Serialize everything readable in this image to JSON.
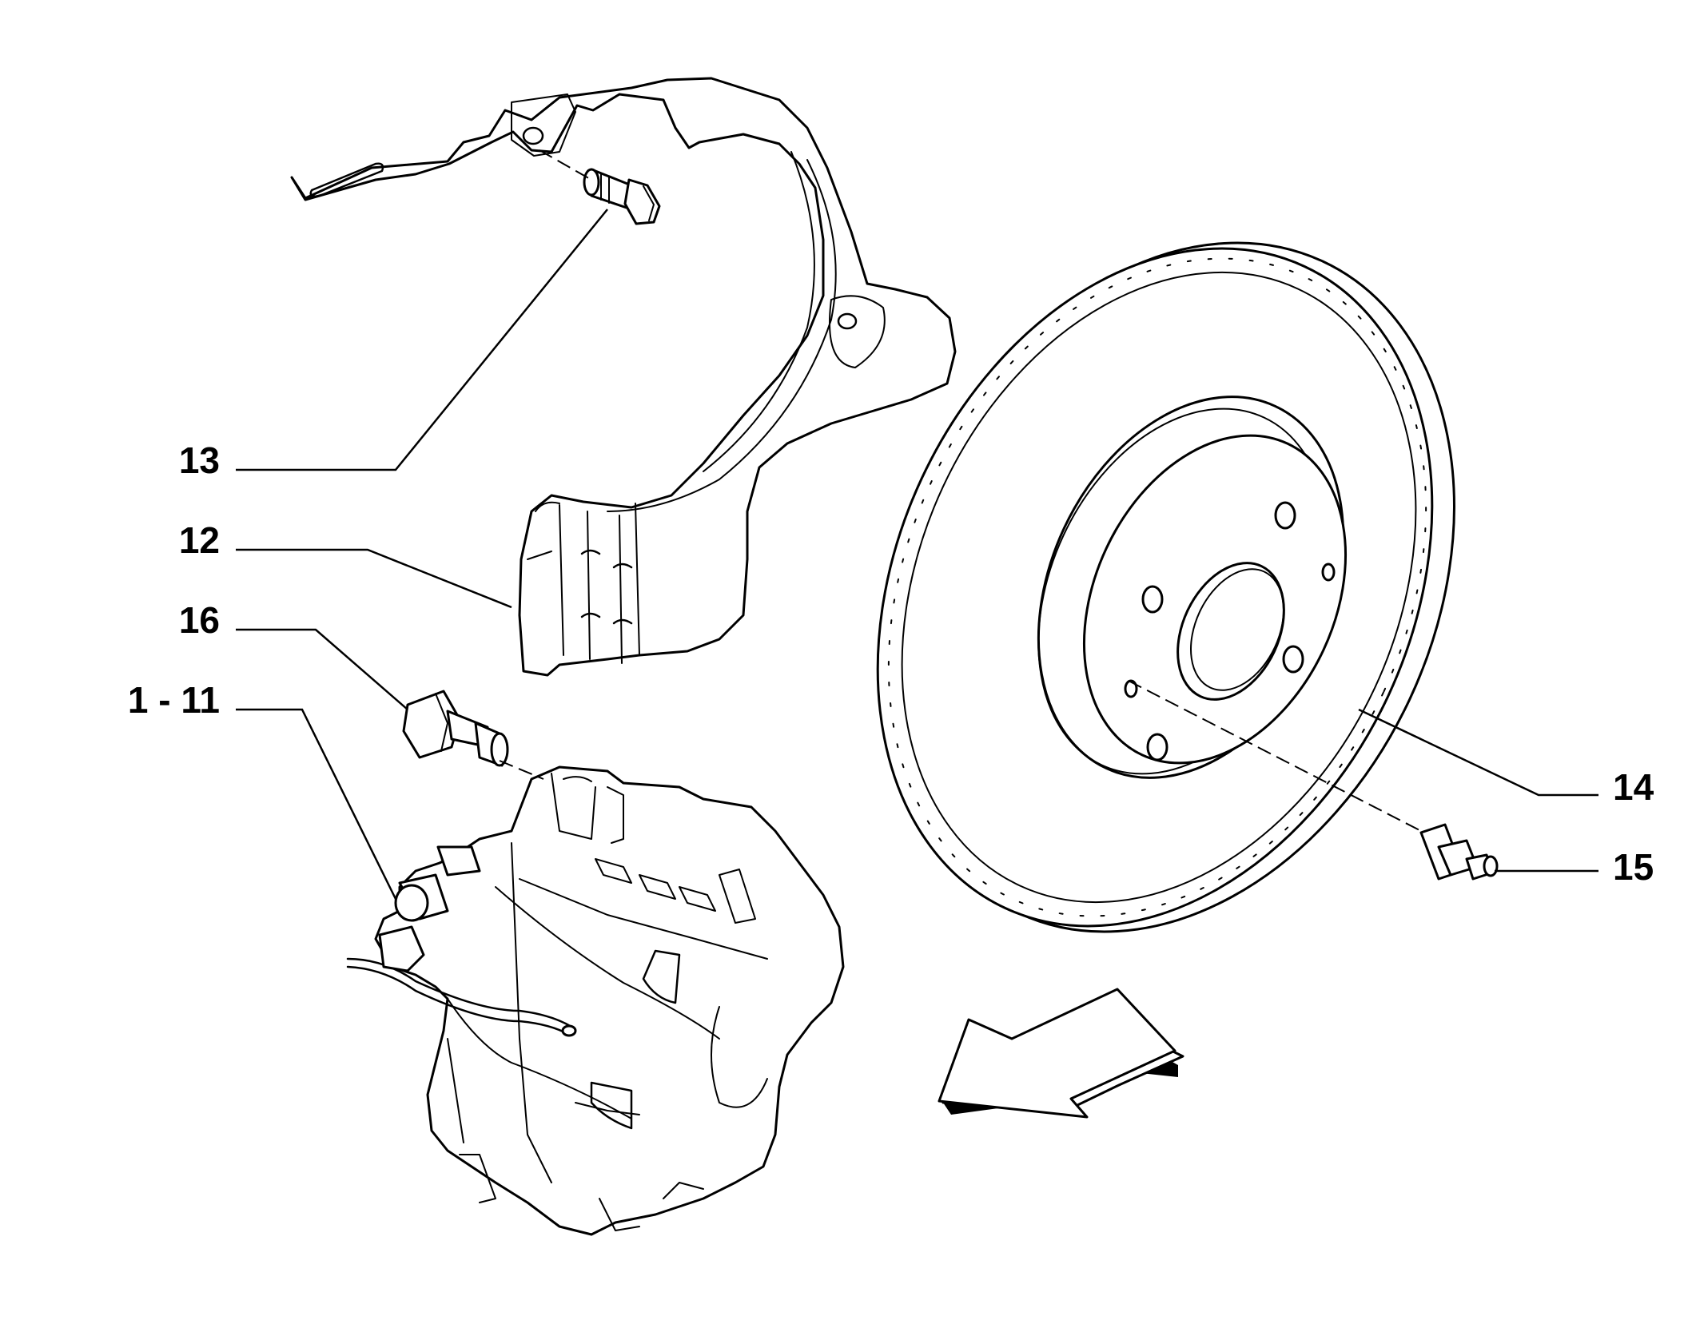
{
  "callouts": {
    "c13": "13",
    "c12": "12",
    "c16": "16",
    "c1_11": "1 - 11",
    "c14": "14",
    "c15": "15"
  }
}
